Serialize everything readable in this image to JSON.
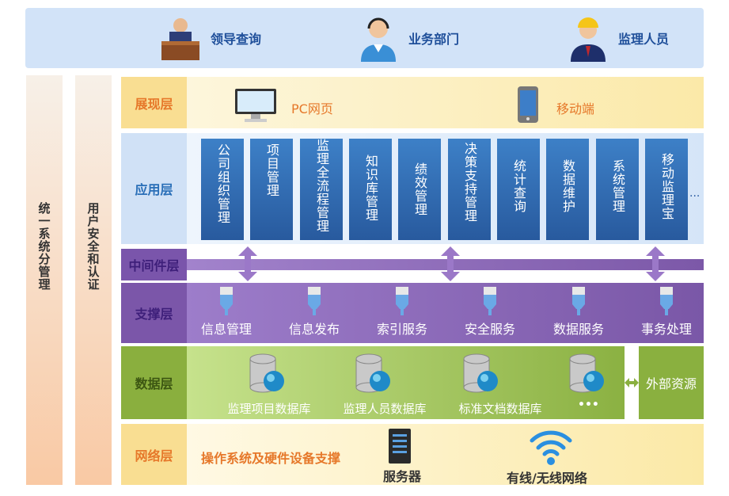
{
  "users": [
    {
      "label": "领导查询",
      "icon": "leader-desk-icon"
    },
    {
      "label": "业务部门",
      "icon": "operator-headset-icon"
    },
    {
      "label": "监理人员",
      "icon": "supervisor-helmet-icon"
    }
  ],
  "side": {
    "left": "统一系统分管理",
    "right": "用户安全和认证"
  },
  "layers": {
    "presentation": {
      "label": "展现层",
      "items": [
        "PC网页",
        "移动端"
      ]
    },
    "application": {
      "label": "应用层",
      "modules": [
        "公司组织管理",
        "项目管理",
        "监理全流程管理",
        "知识库管理",
        "绩效管理",
        "决策支持管理",
        "统计查询",
        "数据维护",
        "系统管理",
        "移动监理宝"
      ],
      "more": "..."
    },
    "middleware": {
      "label": "中间件层"
    },
    "support": {
      "label": "支撑层",
      "services": [
        "信息管理",
        "信息发布",
        "索引服务",
        "安全服务",
        "数据服务",
        "事务处理"
      ]
    },
    "data": {
      "label": "数据层",
      "databases": [
        "监理项目数据库",
        "监理人员数据库",
        "标准文档数据库"
      ],
      "more": "•••",
      "external": "外部资源"
    },
    "network": {
      "label": "网络层",
      "desc": "操作系统及硬件设备支撑",
      "items": [
        "服务器",
        "有线/无线网络"
      ]
    }
  },
  "colors": {
    "blue": "#2f6db5",
    "purple": "#8466b6",
    "green": "#8ab03f",
    "orange": "#e6782a"
  }
}
